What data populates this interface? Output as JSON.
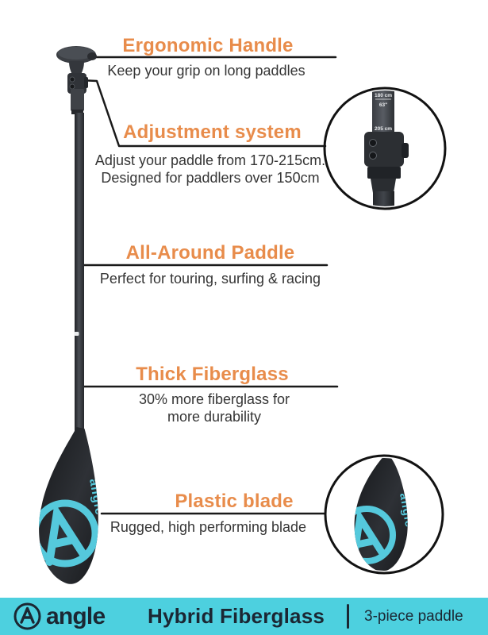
{
  "colors": {
    "accent_orange": "#E88C4B",
    "footer_teal": "#4DD0DF",
    "footer_text": "#1B2733",
    "body_text": "#353535",
    "line_black": "#1A1A1A",
    "blade_logo_teal": "#55C9DC"
  },
  "sections": [
    {
      "title": "Ergonomic Handle",
      "desc": "Keep your grip on long paddles"
    },
    {
      "title": "Adjustment system",
      "desc_line1": "Adjust your paddle from 170-215cm.",
      "desc_line2": "Designed for paddlers over 150cm"
    },
    {
      "title": "All-Around Paddle",
      "desc": "Perfect for touring, surfing & racing"
    },
    {
      "title": "Thick Fiberglass",
      "desc_line1": "30% more fiberglass for",
      "desc_line2": "more durability"
    },
    {
      "title": "Plastic blade",
      "desc": "Rugged, high performing blade"
    }
  ],
  "inset_adjustment": {
    "marking_top": "180 cm",
    "marking_angle": "63\"",
    "marking_bottom": "205 cm"
  },
  "blade_logo": {
    "text": "angle"
  },
  "footer": {
    "brand": "angle",
    "product": "Hybrid Fiberglass",
    "variant": "3-piece paddle"
  }
}
